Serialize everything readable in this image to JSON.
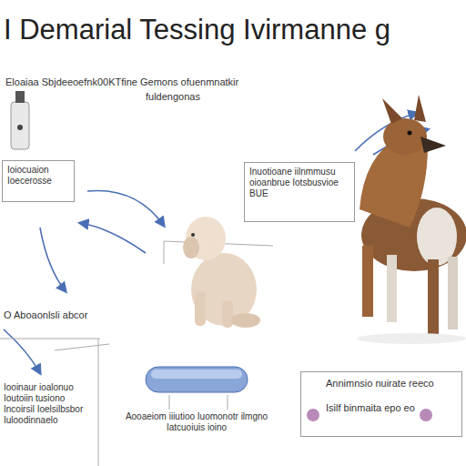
{
  "diagram": {
    "title": "I Demarial Tessing Ivirmanne g",
    "nodes": [
      {
        "text": [
          "Ioiocuaion Ioecerosse"
        ]
      },
      {
        "text": [
          "Inuotioane iilnmmusu oioanbrue Iotsbusvioe BUE"
        ]
      },
      {
        "text": [
          "Annimnsio nuirate reeco",
          "Isilf binmaita epo eo"
        ]
      }
    ],
    "labels": [
      "Eloaiaa Sbjdeeoefnk00KTfine Gemons ofuenmnatkir",
      "fuldengonas",
      "O Aboaonlsli abcor",
      "Iooinaur ioalonuo Ioutoiin tusiono Incoirsil Ioelsilbsbor Iuloodinnaelo",
      "Aooaeiom iiiutioo Iuomonotr ilmgno Iatcuoiuis ioino"
    ]
  }
}
